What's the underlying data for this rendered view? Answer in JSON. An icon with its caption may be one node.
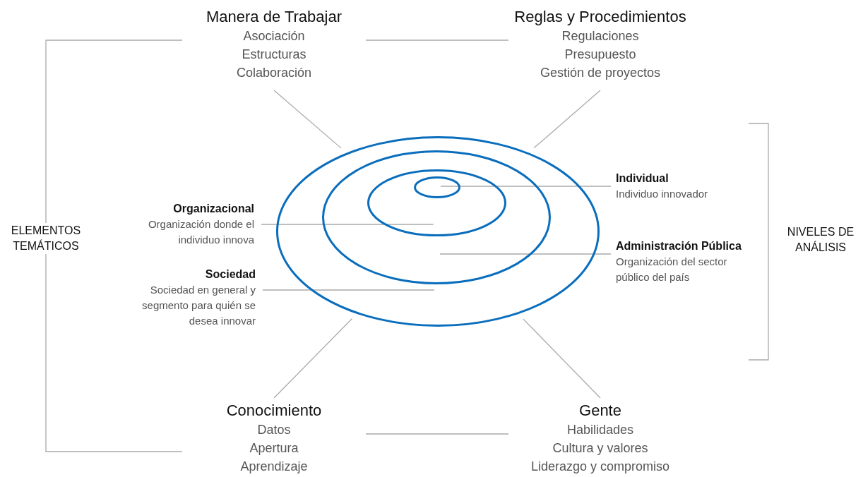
{
  "diagram": {
    "nodes": [
      {
        "text": [
          "Manera de Trabajar",
          "Asociación",
          "Estructuras",
          "Colaboración"
        ]
      },
      {
        "text": [
          "Reglas y Procedimientos",
          "Regulaciones",
          "Presupuesto",
          "Gestión de proyectos"
        ]
      },
      {
        "text": [],
        "shape": "ellipse"
      },
      {
        "text": [],
        "shape": "ellipse",
        "in": 2
      },
      {
        "text": [],
        "shape": "ellipse",
        "in": 3
      },
      {
        "text": [],
        "shape": "ellipse",
        "in": 4
      },
      {
        "text": [
          "Individual",
          "Individuo innovador"
        ]
      },
      {
        "text": [
          "Organizacional",
          "Organización donde el individuo innova"
        ]
      },
      {
        "text": [
          "Administración Pública",
          "Organización del sector público del país"
        ]
      },
      {
        "text": [
          "Sociedad",
          "Sociedad en general y segmento para quién se desea innovar"
        ]
      },
      {
        "text": [
          "Conocimiento",
          "Datos",
          "Apertura",
          "Aprendizaje"
        ]
      },
      {
        "text": [
          "Gente",
          "Habilidades",
          "Cultura y valores",
          "Liderazgo y compromiso"
        ]
      }
    ],
    "edges": [
      {
        "from": 0,
        "to": 1,
        "arrow": "none"
      },
      {
        "from": 0,
        "to": 10,
        "arrow": "none",
        "label": "ELEMENTOS TEMÁTICOS"
      },
      {
        "from": 10,
        "to": 11,
        "arrow": "none"
      },
      {
        "from": 0,
        "to": 2,
        "arrow": "none"
      },
      {
        "from": 1,
        "to": 2,
        "arrow": "none"
      },
      {
        "from": 10,
        "to": 2,
        "arrow": "none"
      },
      {
        "from": 11,
        "to": 2,
        "arrow": "none"
      },
      {
        "from": 6,
        "to": 5,
        "arrow": "none"
      },
      {
        "from": 7,
        "to": 4,
        "arrow": "none"
      },
      {
        "from": 8,
        "to": 3,
        "arrow": "none"
      },
      {
        "from": 9,
        "to": 2,
        "arrow": "none"
      }
    ],
    "labels": [
      "NIVELES DE ANÁLISIS"
    ]
  }
}
